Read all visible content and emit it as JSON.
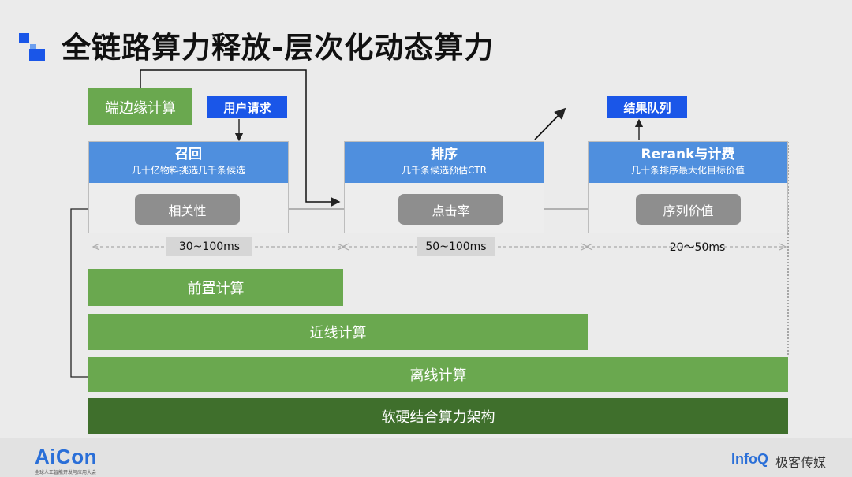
{
  "title": "全链路算力释放-层次化动态算力",
  "edge_compute": "端边缘计算",
  "user_request": "用户请求",
  "result_queue": "结果队列",
  "stages": [
    {
      "title": "召回",
      "subtitle": "几十亿物料挑选几千条候选",
      "action": "相关性"
    },
    {
      "title": "排序",
      "subtitle": "几千条候选预估CTR",
      "action": "点击率"
    },
    {
      "title": "Rerank与计费",
      "subtitle": "几十条排序最大化目标价值",
      "action": "序列价值"
    }
  ],
  "latencies": [
    "30~100ms",
    "50~100ms",
    "20～50ms"
  ],
  "layers": {
    "pre": "前置计算",
    "nearline": "近线计算",
    "offline": "离线计算",
    "infra": "软硬结合算力架构"
  },
  "footer": {
    "aicon": "AiCon",
    "aicon_sub": "全球人工智能开发与应用大会",
    "infoq": "InfoQ",
    "geek": "极客传媒"
  },
  "colors": {
    "accent_blue": "#1a56e8",
    "stage_blue": "#4f8fde",
    "green": "#6aa84f",
    "dark_green": "#3f6f2c"
  }
}
